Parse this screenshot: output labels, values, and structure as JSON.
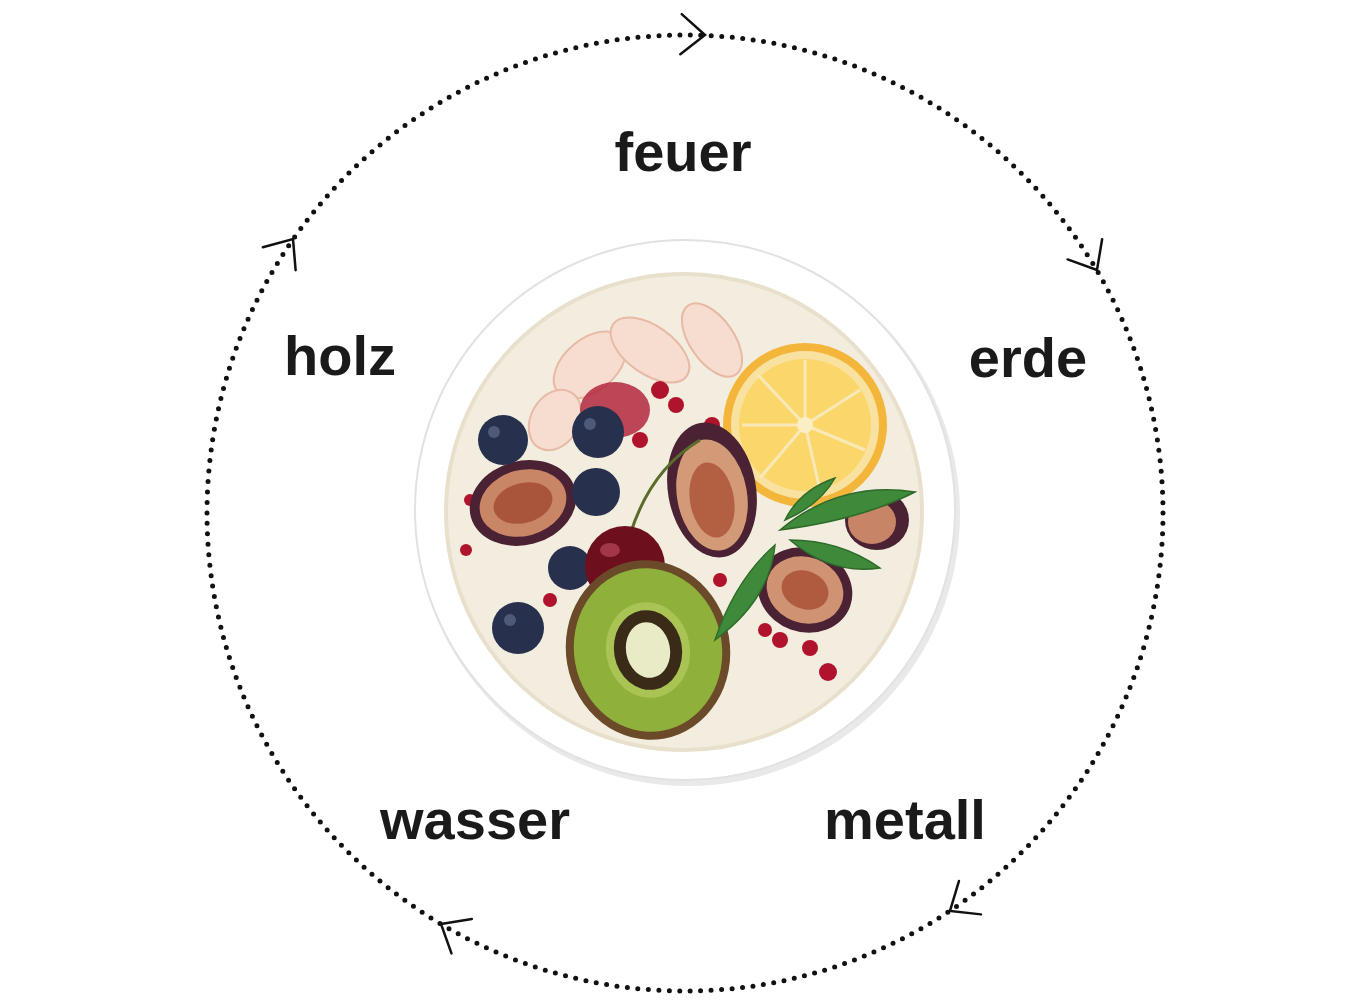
{
  "diagram": {
    "labels": [
      "feuer",
      "holz",
      "erde",
      "wasser",
      "metall"
    ]
  }
}
